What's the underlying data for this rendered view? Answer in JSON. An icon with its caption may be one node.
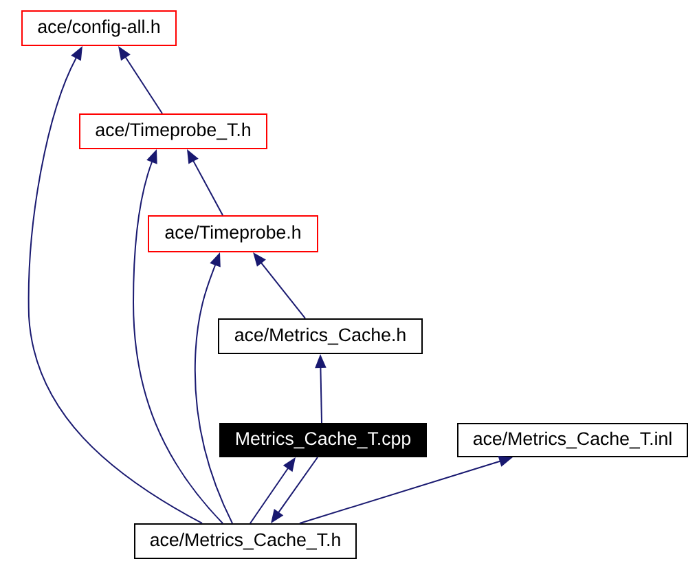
{
  "diagram": {
    "nodes": [
      {
        "text": [
          "ace/config-all.h"
        ]
      },
      {
        "text": [
          "ace/Timeprobe_T.h"
        ]
      },
      {
        "text": [
          "ace/Timeprobe.h"
        ]
      },
      {
        "text": [
          "ace/Metrics_Cache.h"
        ]
      },
      {
        "text": [
          "Metrics_Cache_T.cpp"
        ]
      },
      {
        "text": [
          "ace/Metrics_Cache_T.inl"
        ]
      },
      {
        "text": [
          "ace/Metrics_Cache_T.h"
        ]
      }
    ],
    "edges": [
      {
        "from": 6,
        "to": 0,
        "arrow": "to"
      },
      {
        "from": 1,
        "to": 0,
        "arrow": "to"
      },
      {
        "from": 6,
        "to": 1,
        "arrow": "to"
      },
      {
        "from": 2,
        "to": 1,
        "arrow": "to"
      },
      {
        "from": 6,
        "to": 2,
        "arrow": "to"
      },
      {
        "from": 3,
        "to": 2,
        "arrow": "to"
      },
      {
        "from": 4,
        "to": 3,
        "arrow": "to"
      },
      {
        "from": 6,
        "to": 4,
        "arrow": "to"
      },
      {
        "from": 4,
        "to": 6,
        "arrow": "to"
      },
      {
        "from": 6,
        "to": 5,
        "arrow": "to"
      }
    ]
  }
}
